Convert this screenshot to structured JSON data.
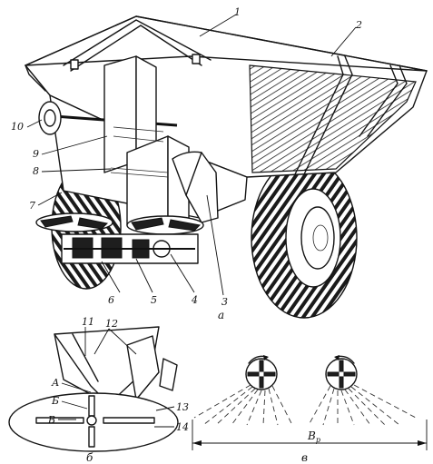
{
  "figure": {
    "part_labels": [
      "1",
      "2",
      "3",
      "4",
      "5",
      "6",
      "7",
      "8",
      "9",
      "10",
      "11",
      "12",
      "13",
      "14"
    ],
    "letter_labels": [
      "А",
      "Б",
      "В"
    ],
    "subfigure_labels": {
      "a": "а",
      "b": "б",
      "c": "в"
    },
    "width_label": "B",
    "width_subscript": "р"
  }
}
